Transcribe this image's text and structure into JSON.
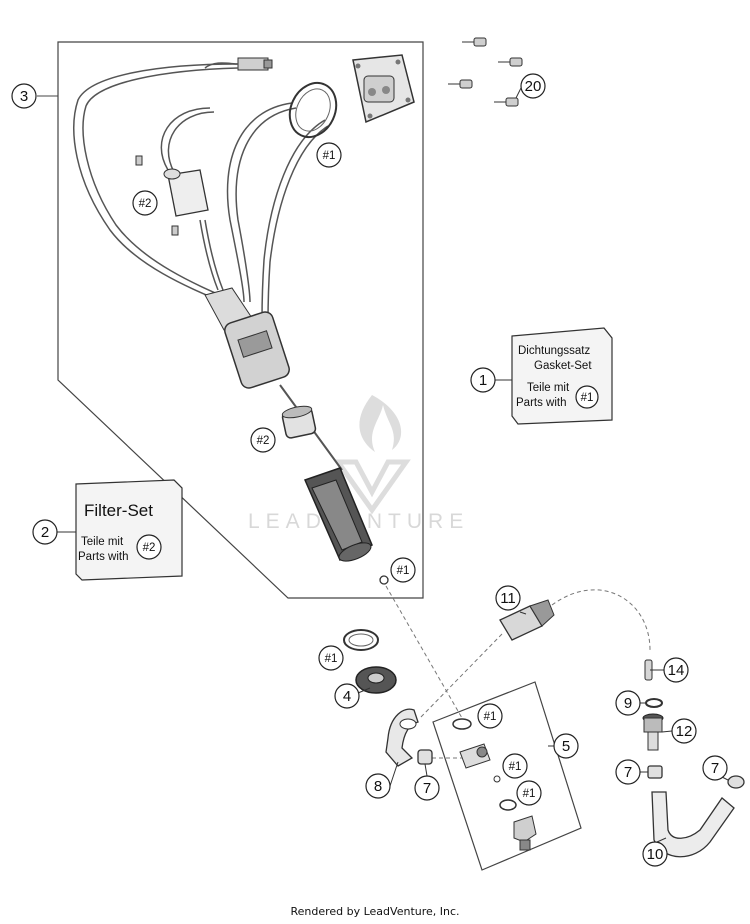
{
  "callouts": {
    "c1": "1",
    "c2": "2",
    "c3": "3",
    "c4": "4",
    "c5": "5",
    "c7": "7",
    "c8": "8",
    "c9": "9",
    "c10": "10",
    "c11": "11",
    "c12": "12",
    "c14": "14",
    "c20": "20",
    "ref1": "#1",
    "ref2": "#2"
  },
  "gasket_set": {
    "title_de": "Dichtungssatz",
    "title_en": "Gasket-Set",
    "line_de": "Teile mit",
    "line_en": "Parts with",
    "ref": "#1"
  },
  "filter_set": {
    "title": "Filter-Set",
    "line_de": "Teile mit",
    "line_en": "Parts with",
    "ref": "#2"
  },
  "watermark": "LEADVENTURE",
  "footer": "Rendered by LeadVenture, Inc."
}
